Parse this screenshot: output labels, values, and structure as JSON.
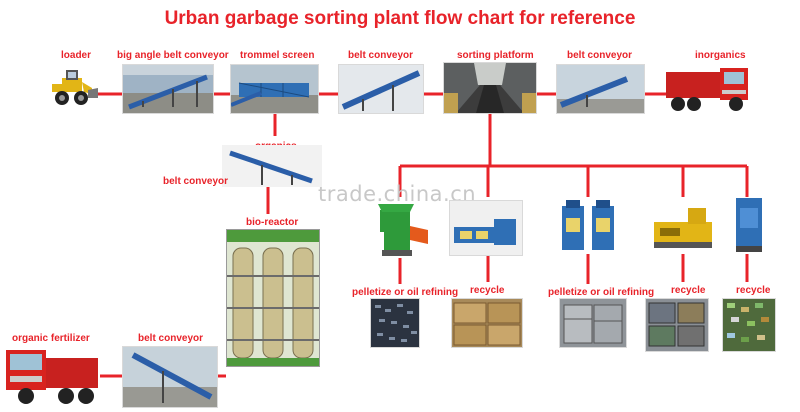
{
  "title": "Urban garbage sorting plant flow chart for reference",
  "watermark": "trade.china.cn",
  "colors": {
    "accent": "#e8232a",
    "connector": "#e8232a"
  },
  "top_row": [
    {
      "label": "loader",
      "icon": "wheel-loader-icon"
    },
    {
      "label": "big angle belt conveyor",
      "icon": "belt-conveyor-photo"
    },
    {
      "label": "trommel screen",
      "icon": "trommel-screen-photo"
    },
    {
      "label": "belt conveyor",
      "icon": "belt-conveyor-photo"
    },
    {
      "label": "sorting platform",
      "icon": "sorting-platform-photo"
    },
    {
      "label": "belt conveyor",
      "icon": "belt-conveyor-photo"
    },
    {
      "label": "inorganics",
      "icon": "dump-truck-icon"
    }
  ],
  "organics_branch": {
    "organics_label": "organics",
    "belt_conveyor_label": "belt conveyor",
    "bioreactor_label": "bio-reactor",
    "belt_conveyor_bottom_label": "belt conveyor",
    "fertilizer_label": "organic fertilizer"
  },
  "outputs": [
    {
      "label": "pelletize or oil refining",
      "machine": "shredder-machine",
      "product": "pellets"
    },
    {
      "label": "recycle",
      "machine": "baler-machine",
      "product": "cardboard-bales"
    },
    {
      "label": "pelletize or oil refining",
      "machine": "vertical-baler-machines",
      "product": "plastic-bales"
    },
    {
      "label": "recycle",
      "machine": "metal-baler-machine",
      "product": "metal-bales"
    },
    {
      "label": "recycle",
      "machine": "press-machine",
      "product": "glass-cullet"
    }
  ]
}
